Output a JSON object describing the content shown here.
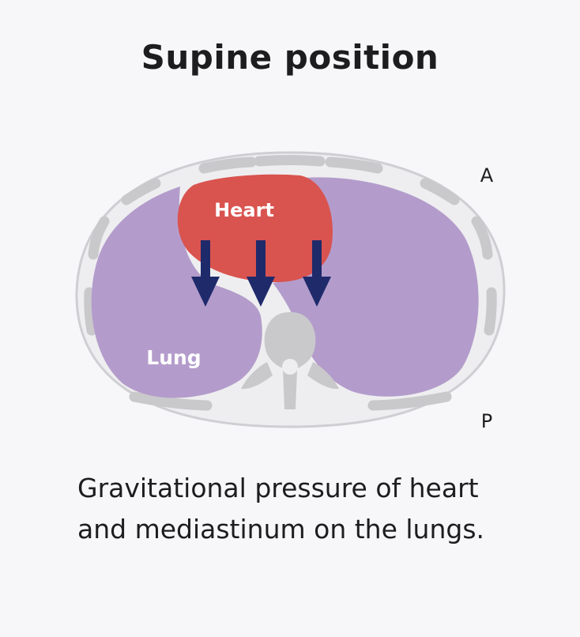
{
  "title": "Supine position",
  "labels": {
    "heart": "Heart",
    "lung": "Lung",
    "anterior": "A",
    "posterior": "P"
  },
  "caption": "Gravitational pressure of heart and mediastinum on the lungs.",
  "colors": {
    "heart": "#d9534f",
    "lung": "#b39ccb",
    "arrow": "#1f2a6b",
    "bone": "#c9c9cc",
    "body_fill": "#eeeef0",
    "body_stroke": "#cfcfd3"
  },
  "arrows_count": 3
}
